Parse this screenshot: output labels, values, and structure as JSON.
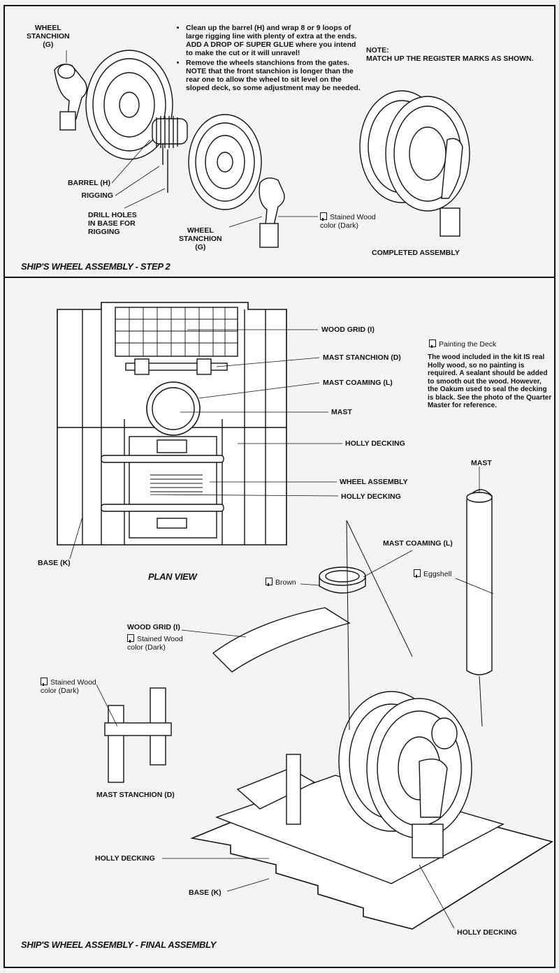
{
  "step2": {
    "title": "SHIP'S WHEEL ASSEMBLY - STEP 2",
    "instructions": [
      "Clean up the barrel (H) and wrap 8 or 9 loops of large rigging line with plenty of extra at the ends.  ADD A DROP OF SUPER GLUE where you intend to make the cut or it will unravel!",
      "Remove the wheels stanchions from the gates. NOTE that the front stanchion is longer than the rear one to allow the wheel to sit level on the sloped deck, so some adjustment may be needed."
    ],
    "note": "NOTE:\nMATCH UP THE REGISTER MARKS AS SHOWN.",
    "labels": {
      "wheel_stanchion_top": "WHEEL\nSTANCHION\n(G)",
      "barrel": "BARREL (H)",
      "rigging": "RIGGING",
      "drill_holes": "DRILL HOLES\nIN BASE FOR\nRIGGING",
      "wheel_stanchion_bottom": "WHEEL\nSTANCHION\n(G)",
      "stained_wood": "Stained Wood\ncolor (Dark)",
      "completed": "COMPLETED ASSEMBLY"
    }
  },
  "plan": {
    "title": "PLAN VIEW",
    "labels": {
      "wood_grid": "WOOD GRID (I)",
      "mast_stanchion": "MAST STANCHION (D)",
      "mast_coaming": "MAST COAMING (L)",
      "mast": "MAST",
      "holly_decking_1": "HOLLY DECKING",
      "wheel_assembly": "WHEEL ASSEMBLY",
      "holly_decking_2": "HOLLY DECKING",
      "base": "BASE (K)"
    },
    "painting_title": "Painting the Deck",
    "painting_text": "The wood included in the kit IS real Holly wood, so no painting is required. A sealant should be added to smooth out the wood. However, the Oakum used to seal the decking is black.  See the photo of the Quarter Master for reference."
  },
  "final": {
    "title": "SHIP'S WHEEL ASSEMBLY - FINAL ASSEMBLY",
    "labels": {
      "mast": "MAST",
      "mast_coaming": "MAST COAMING (L)",
      "brown": "Brown",
      "eggshell": "Eggshell",
      "wood_grid": "WOOD GRID (I)",
      "wood_grid_color": "Stained Wood\ncolor (Dark)",
      "stanchion_color": "Stained Wood\ncolor (Dark)",
      "mast_stanchion": "MAST STANCHION (D)",
      "holly_decking": "HOLLY DECKING",
      "base": "BASE (K)",
      "holly_decking_bottom": "HOLLY DECKING"
    }
  }
}
